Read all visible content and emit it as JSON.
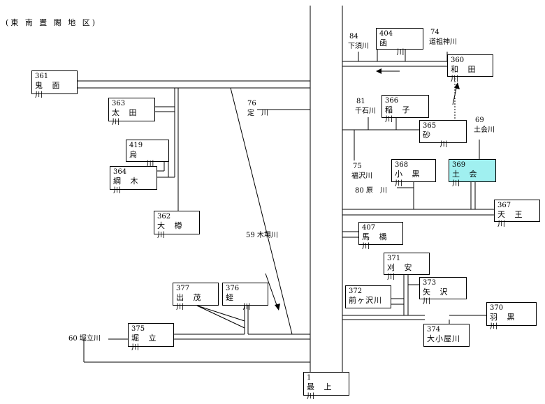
{
  "title": "(東 南 置 賜 地 区)",
  "boxes": [
    {
      "id": "b361",
      "num": "361",
      "name": "鬼 面 川"
    },
    {
      "id": "b363",
      "num": "363",
      "name": "太 田 川"
    },
    {
      "id": "b419",
      "num": "419",
      "name": "烏 　 川"
    },
    {
      "id": "b364",
      "num": "364",
      "name": "綱 木 川"
    },
    {
      "id": "b362",
      "num": "362",
      "name": "大 樽 川"
    },
    {
      "id": "b377",
      "num": "377",
      "name": "出 茂 川"
    },
    {
      "id": "b376",
      "num": "376",
      "name": "蛭 　 川"
    },
    {
      "id": "b375",
      "num": "375",
      "name": "堀 立 川"
    },
    {
      "id": "b1",
      "num": "1",
      "name": "最 上 川"
    },
    {
      "id": "b404",
      "num": "404",
      "name": "函 　 川"
    },
    {
      "id": "b360",
      "num": "360",
      "name": "和 田 川"
    },
    {
      "id": "b366",
      "num": "366",
      "name": "稲 子 川"
    },
    {
      "id": "b365",
      "num": "365",
      "name": "砂 　 川"
    },
    {
      "id": "b368",
      "num": "368",
      "name": "小 黒 川"
    },
    {
      "id": "b369",
      "num": "369",
      "name": "土 会 川"
    },
    {
      "id": "b367",
      "num": "367",
      "name": "天 王 川"
    },
    {
      "id": "b407",
      "num": "407",
      "name": "馬 橋 川"
    },
    {
      "id": "b371",
      "num": "371",
      "name": "刈 安 川"
    },
    {
      "id": "b373",
      "num": "373",
      "name": "矢 沢 川"
    },
    {
      "id": "b372",
      "num": "372",
      "name": "前ヶ沢川"
    },
    {
      "id": "b370",
      "num": "370",
      "name": "羽 黒 川"
    },
    {
      "id": "b374",
      "num": "374",
      "name": "大小屋川"
    }
  ],
  "labels": [
    {
      "id": "l76",
      "text": "76"
    },
    {
      "id": "l76n",
      "text": "定　川"
    },
    {
      "id": "l59",
      "text": "59 木場川"
    },
    {
      "id": "l60",
      "text": "60 堀立川"
    },
    {
      "id": "l84",
      "text": "84"
    },
    {
      "id": "l84n",
      "text": "下須川"
    },
    {
      "id": "l74",
      "text": "74"
    },
    {
      "id": "l74n",
      "text": "道祖神川"
    },
    {
      "id": "l81",
      "text": "81"
    },
    {
      "id": "l81n",
      "text": "千石川"
    },
    {
      "id": "l69",
      "text": "69"
    },
    {
      "id": "l69n",
      "text": "土会川"
    },
    {
      "id": "l75",
      "text": "75"
    },
    {
      "id": "l75n",
      "text": "福沢川"
    },
    {
      "id": "l80",
      "text": "80 原　川"
    }
  ],
  "colors": {
    "highlight": "#a0f0f0",
    "line": "#000000"
  }
}
